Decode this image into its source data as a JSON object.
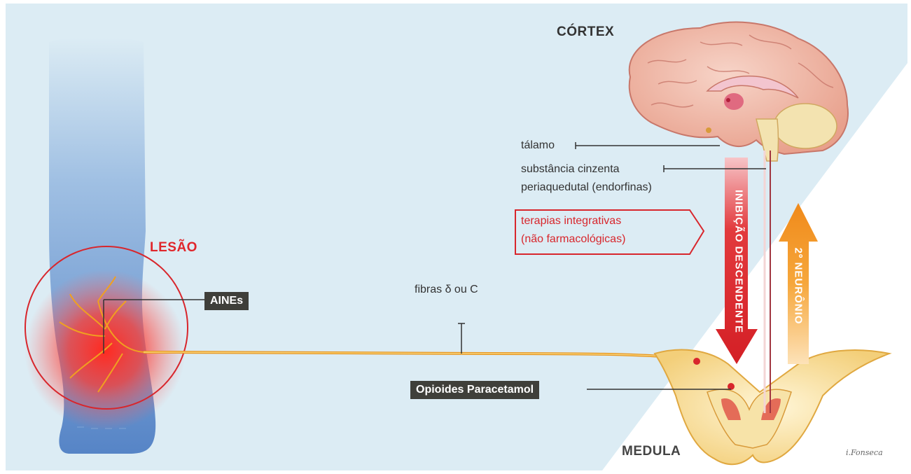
{
  "labels": {
    "cortex": "CÓRTEX",
    "lesao": "LESÃO",
    "medula": "MEDULA",
    "talamo": "tálamo",
    "substancia_line1": "substância cinzenta",
    "substancia_line2": "periaquedutal (endorfinas)",
    "terapias_line1": "terapias integrativas",
    "terapias_line2": "(não farmacológicas)",
    "fibras": "fibras δ ou C",
    "aines": "AINEs",
    "opioides": "Opioides  Paracetamol",
    "inibicao": "INIBIÇÃO DESCENDENTE",
    "neuronio": "2º NEURÔNIO",
    "signature": "i.Fonseca"
  },
  "colors": {
    "background_left": "#dcecf4",
    "background_right": "#ffffff",
    "lesion_red": "#e0262b",
    "nerve_orange": "#e8951e",
    "descending_arrow": "#d9262b",
    "ascending_arrow": "#f39a2a",
    "dark_box": "#3f3f3a",
    "leg_blue": "#5a88c8",
    "brain_pink": "#f0b9a8"
  }
}
